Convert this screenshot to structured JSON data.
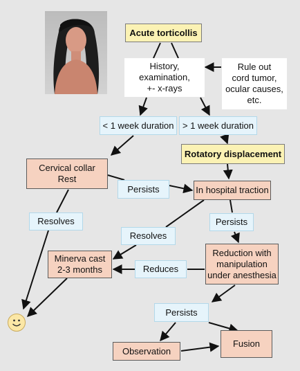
{
  "nodes": {
    "acute_torticollis": "Acute torticollis",
    "history": "History,\nexamination,\n+- x-rays",
    "rule_out": "Rule out\ncord tumor,\nocular causes,\netc.",
    "lt_week": "< 1 week duration",
    "gt_week": "> 1 week duration",
    "rotatory": "Rotatory displacement",
    "collar": "Cervical collar\nRest",
    "persists_1": "Persists",
    "traction": "In hospital traction",
    "resolves_1": "Resolves",
    "persists_2": "Persists",
    "resolves_2": "Resolves",
    "minerva": "Minerva cast\n2-3 months",
    "reduces": "Reduces",
    "reduction": "Reduction with\nmanipulation\nunder anesthesia",
    "persists_3": "Persists",
    "observation": "Observation",
    "fusion": "Fusion"
  },
  "icons": {
    "photo": "patient-photo-icon",
    "outcome": "smiley-face-icon"
  },
  "colors": {
    "title_box": "#fbf2b4",
    "duration_box": "#e6f4fb",
    "treatment_box": "#f6d2c0",
    "background": "#e6e6e6"
  }
}
